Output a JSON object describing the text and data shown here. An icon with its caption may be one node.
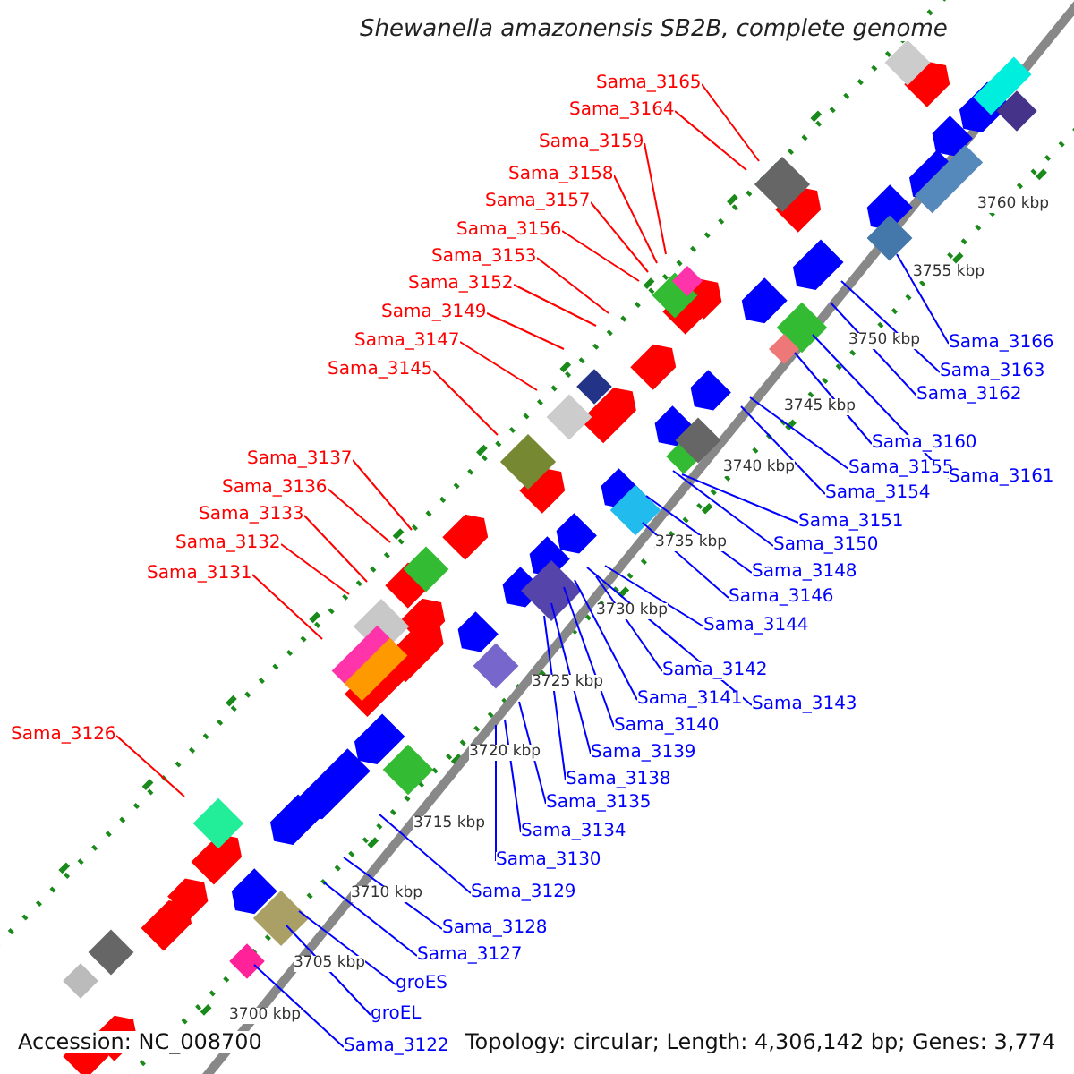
{
  "diagram": {
    "title": "Shewanella amazonensis SB2B, complete genome",
    "nodes": [
      {
        "text": [
          "Sama_3165"
        ]
      },
      {
        "text": [
          "Sama_3164"
        ]
      },
      {
        "text": [
          "Sama_3159"
        ]
      },
      {
        "text": [
          "Sama_3158"
        ]
      },
      {
        "text": [
          "Sama_3157"
        ]
      },
      {
        "text": [
          "Sama_3156"
        ]
      },
      {
        "text": [
          "Sama_3153"
        ]
      },
      {
        "text": [
          "Sama_3152"
        ]
      },
      {
        "text": [
          "Sama_3149"
        ]
      },
      {
        "text": [
          "Sama_3147"
        ]
      },
      {
        "text": [
          "Sama_3145"
        ]
      },
      {
        "text": [
          "Sama_3137"
        ]
      },
      {
        "text": [
          "Sama_3136"
        ]
      },
      {
        "text": [
          "Sama_3133"
        ]
      },
      {
        "text": [
          "Sama_3132"
        ]
      },
      {
        "text": [
          "Sama_3131"
        ]
      },
      {
        "text": [
          "Sama_3126"
        ]
      },
      {
        "text": [
          "Sama_3166"
        ]
      },
      {
        "text": [
          "Sama_3163"
        ]
      },
      {
        "text": [
          "Sama_3162"
        ]
      },
      {
        "text": [
          "Sama_3160"
        ]
      },
      {
        "text": [
          "Sama_3155"
        ]
      },
      {
        "text": [
          "Sama_3161"
        ]
      },
      {
        "text": [
          "Sama_3154"
        ]
      },
      {
        "text": [
          "Sama_3151"
        ]
      },
      {
        "text": [
          "Sama_3150"
        ]
      },
      {
        "text": [
          "Sama_3148"
        ]
      },
      {
        "text": [
          "Sama_3146"
        ]
      },
      {
        "text": [
          "Sama_3144"
        ]
      },
      {
        "text": [
          "Sama_3142"
        ]
      },
      {
        "text": [
          "Sama_3141"
        ]
      },
      {
        "text": [
          "Sama_3143"
        ]
      },
      {
        "text": [
          "Sama_3140"
        ]
      },
      {
        "text": [
          "Sama_3139"
        ]
      },
      {
        "text": [
          "Sama_3138"
        ]
      },
      {
        "text": [
          "Sama_3135"
        ]
      },
      {
        "text": [
          "Sama_3134"
        ]
      },
      {
        "text": [
          "Sama_3130"
        ]
      },
      {
        "text": [
          "Sama_3129"
        ]
      },
      {
        "text": [
          "Sama_3128"
        ]
      },
      {
        "text": [
          "Sama_3127"
        ]
      },
      {
        "text": [
          "groES"
        ]
      },
      {
        "text": [
          "groEL"
        ]
      },
      {
        "text": [
          "Sama_3122"
        ]
      }
    ],
    "edges": [
      {
        "from": 0,
        "to": null,
        "arrow": "none",
        "color": "#ff0000"
      },
      {
        "from": 1,
        "to": null,
        "arrow": "none",
        "color": "#ff0000"
      },
      {
        "from": 2,
        "to": null,
        "arrow": "none",
        "color": "#ff0000"
      },
      {
        "from": 3,
        "to": null,
        "arrow": "none",
        "color": "#ff0000"
      },
      {
        "from": 4,
        "to": null,
        "arrow": "none",
        "color": "#ff0000"
      },
      {
        "from": 5,
        "to": null,
        "arrow": "none",
        "color": "#ff0000"
      },
      {
        "from": 6,
        "to": null,
        "arrow": "none",
        "color": "#ff0000"
      },
      {
        "from": 7,
        "to": null,
        "arrow": "none",
        "color": "#ff0000"
      },
      {
        "from": 8,
        "to": null,
        "arrow": "none",
        "color": "#ff0000"
      },
      {
        "from": 9,
        "to": null,
        "arrow": "none",
        "color": "#ff0000"
      },
      {
        "from": 10,
        "to": null,
        "arrow": "none",
        "color": "#ff0000"
      },
      {
        "from": 11,
        "to": null,
        "arrow": "none",
        "color": "#ff0000"
      },
      {
        "from": 12,
        "to": null,
        "arrow": "none",
        "color": "#ff0000"
      },
      {
        "from": 13,
        "to": null,
        "arrow": "none",
        "color": "#ff0000"
      },
      {
        "from": 14,
        "to": null,
        "arrow": "none",
        "color": "#ff0000"
      },
      {
        "from": 15,
        "to": null,
        "arrow": "none",
        "color": "#ff0000"
      },
      {
        "from": 16,
        "to": null,
        "arrow": "none",
        "color": "#ff0000"
      },
      {
        "from": 17,
        "to": null,
        "arrow": "none"
      },
      {
        "from": 18,
        "to": null,
        "arrow": "none"
      },
      {
        "from": 19,
        "to": null,
        "arrow": "none"
      },
      {
        "from": 20,
        "to": null,
        "arrow": "none"
      },
      {
        "from": 21,
        "to": null,
        "arrow": "none"
      },
      {
        "from": 22,
        "to": null,
        "arrow": "none"
      },
      {
        "from": 23,
        "to": null,
        "arrow": "none"
      },
      {
        "from": 24,
        "to": null,
        "arrow": "none"
      },
      {
        "from": 25,
        "to": null,
        "arrow": "none"
      },
      {
        "from": 26,
        "to": null,
        "arrow": "none"
      },
      {
        "from": 27,
        "to": null,
        "arrow": "none"
      },
      {
        "from": 28,
        "to": null,
        "arrow": "none"
      },
      {
        "from": 29,
        "to": null,
        "arrow": "none"
      },
      {
        "from": 30,
        "to": null,
        "arrow": "none"
      },
      {
        "from": 31,
        "to": null,
        "arrow": "none"
      },
      {
        "from": 32,
        "to": null,
        "arrow": "none"
      },
      {
        "from": 33,
        "to": null,
        "arrow": "none"
      },
      {
        "from": 34,
        "to": null,
        "arrow": "none"
      },
      {
        "from": 35,
        "to": null,
        "arrow": "none"
      },
      {
        "from": 36,
        "to": null,
        "arrow": "none"
      },
      {
        "from": 37,
        "to": null,
        "arrow": "none"
      },
      {
        "from": 38,
        "to": null,
        "arrow": "none"
      },
      {
        "from": 39,
        "to": null,
        "arrow": "none"
      },
      {
        "from": 40,
        "to": null,
        "arrow": "none"
      },
      {
        "from": 41,
        "to": null,
        "arrow": "none"
      },
      {
        "from": 42,
        "to": null,
        "arrow": "none"
      },
      {
        "from": 43,
        "to": null,
        "arrow": "none"
      }
    ],
    "labels": [
      "3760 kbp",
      "3755 kbp",
      "3750 kbp",
      "3745 kbp",
      "3740 kbp",
      "3735 kbp",
      "3730 kbp",
      "3725 kbp",
      "3720 kbp",
      "3715 kbp",
      "3710 kbp",
      "3705 kbp",
      "3700 kbp",
      "Accession: NC_008700",
      "Topology: circular; Length: 4,306,142 bp; Genes: 3,774"
    ]
  }
}
